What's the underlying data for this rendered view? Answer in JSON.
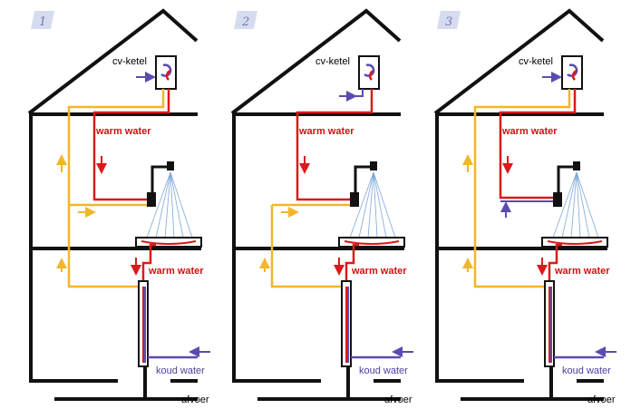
{
  "colors": {
    "wall": "#111111",
    "hot": "#d81b1b",
    "yellow": "#f2b62a",
    "cold": "#5a4bb0",
    "spray": "#7fa8d8",
    "badge": "#d6dcef"
  },
  "panels": [
    {
      "number": "1",
      "label_boiler": "cv-ketel",
      "label_warm_top": "warm water",
      "label_warm_bottom": "warm water",
      "label_cold": "koud water",
      "label_drain": "afvoer"
    },
    {
      "number": "2",
      "label_boiler": "cv-ketel",
      "label_warm_top": "warm water",
      "label_warm_bottom": "warm water",
      "label_cold": "koud water",
      "label_drain": "afvoer"
    },
    {
      "number": "3",
      "label_boiler": "cv-ketel",
      "label_warm_top": "warm water",
      "label_warm_bottom": "warm water",
      "label_cold": "koud water",
      "label_drain": "afvoer"
    }
  ]
}
